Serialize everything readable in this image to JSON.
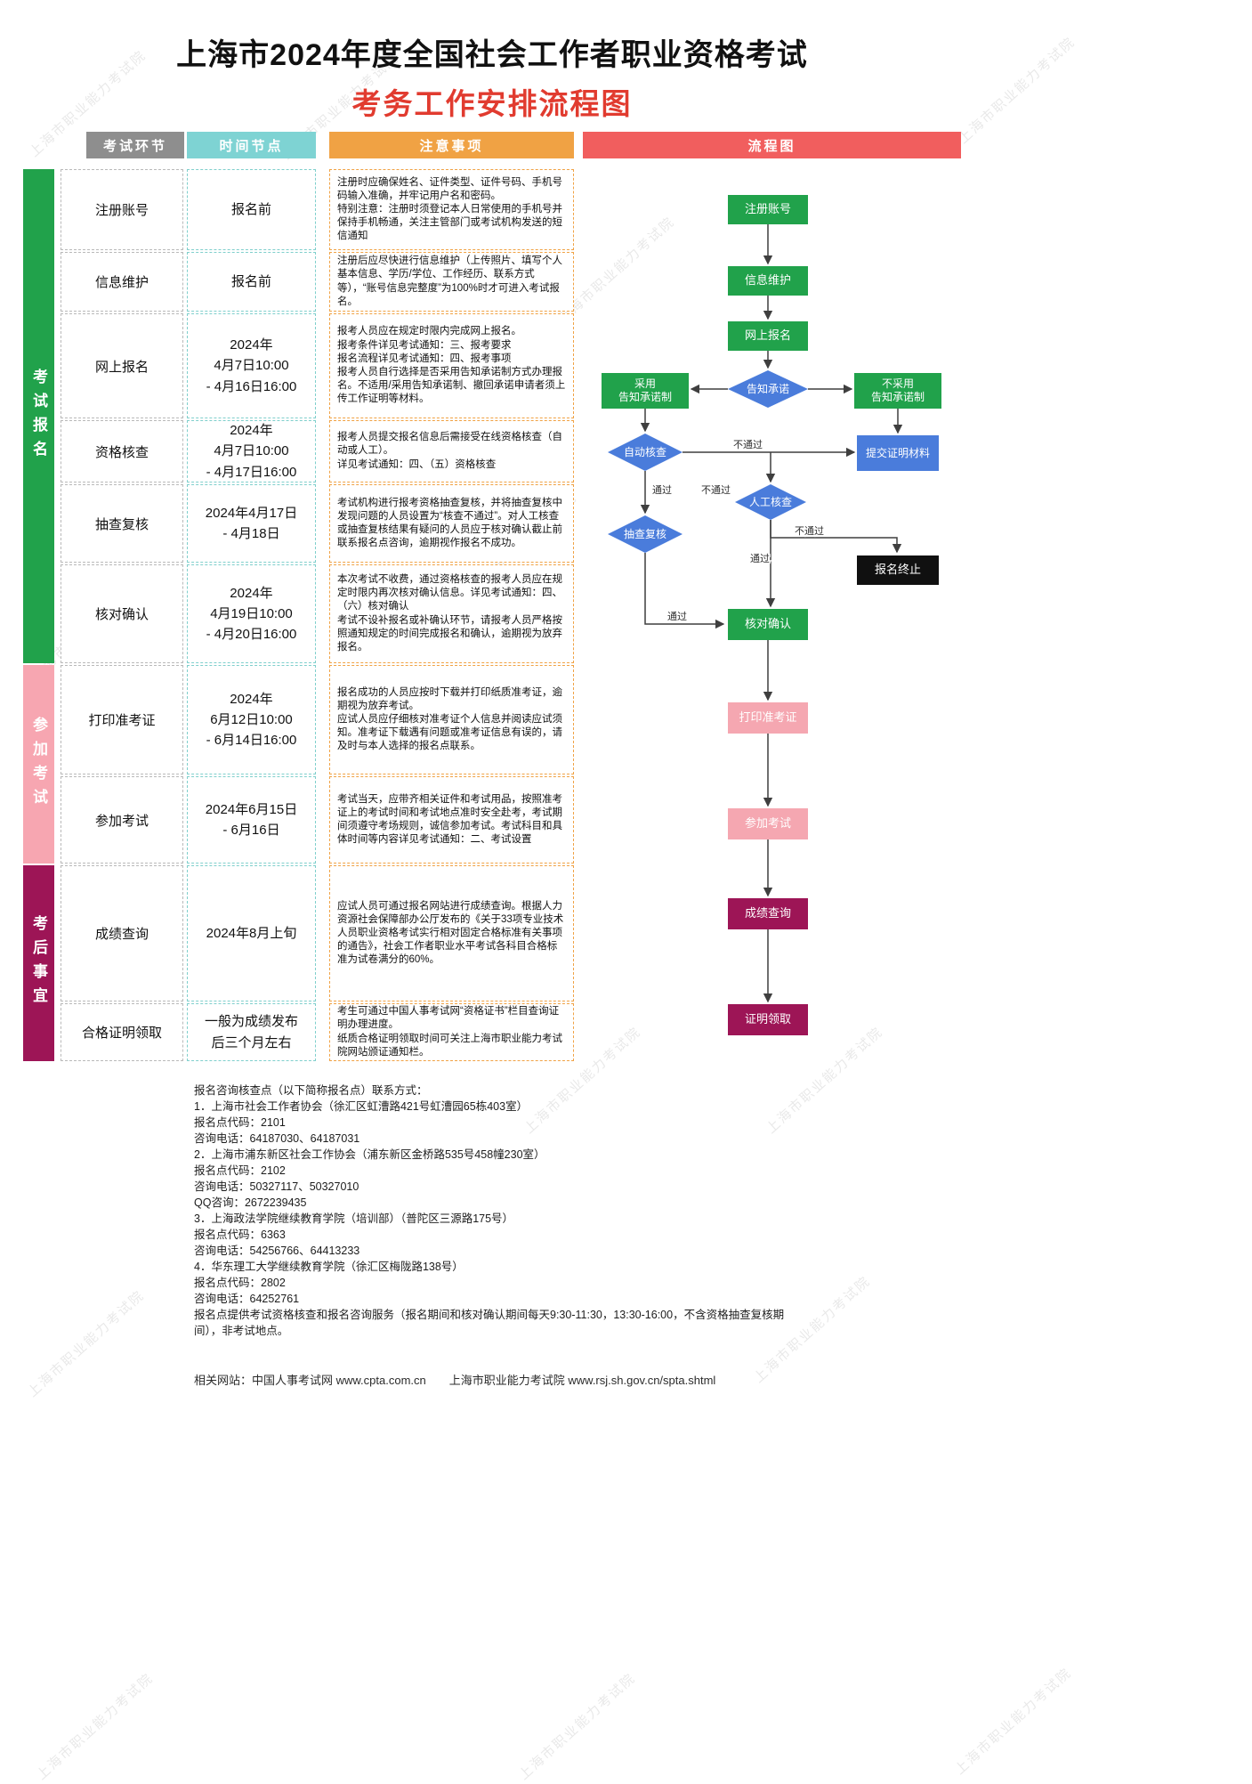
{
  "title": {
    "line1": "上海市2024年度全国社会工作者职业资格考试",
    "line2": "考务工作安排流程图"
  },
  "headers": {
    "step": "考试环节",
    "time": "时间节点",
    "notes": "注意事项",
    "flow": "流程图"
  },
  "phases": [
    {
      "label": "考试报名"
    },
    {
      "label": "参加考试"
    },
    {
      "label": "考后事宜"
    }
  ],
  "rows": [
    {
      "step": "注册账号",
      "time": "报名前",
      "note": "注册时应确保姓名、证件类型、证件号码、手机号码输入准确，并牢记用户名和密码。\n特别注意：注册时须登记本人日常使用的手机号并保持手机畅通，关注主管部门或考试机构发送的短信通知"
    },
    {
      "step": "信息维护",
      "time": "报名前",
      "note": "注册后应尽快进行信息维护（上传照片、填写个人基本信息、学历/学位、工作经历、联系方式等），“账号信息完整度”为100%时才可进入考试报名。"
    },
    {
      "step": "网上报名",
      "time": "2024年\n4月7日10:00\n- 4月16日16:00",
      "note": "报考人员应在规定时限内完成网上报名。\n报考条件详见考试通知：三、报考要求\n报名流程详见考试通知：四、报考事项\n报考人员自行选择是否采用告知承诺制方式办理报名。不适用/采用告知承诺制、撤回承诺申请者须上传工作证明等材料。"
    },
    {
      "step": "资格核查",
      "time": "2024年\n4月7日10:00\n- 4月17日16:00",
      "note": "报考人员提交报名信息后需接受在线资格核查（自动或人工）。\n详见考试通知：四、（五）资格核查"
    },
    {
      "step": "抽查复核",
      "time": "2024年4月17日\n- 4月18日",
      "note": "考试机构进行报考资格抽查复核，并将抽查复核中发现问题的人员设置为“核查不通过”。对人工核查或抽查复核结果有疑问的人员应于核对确认截止前联系报名点咨询，逾期视作报名不成功。"
    },
    {
      "step": "核对确认",
      "time": "2024年\n4月19日10:00\n- 4月20日16:00",
      "note": "本次考试不收费，通过资格核查的报考人员应在规定时限内再次核对确认信息。详见考试通知：四、（六）核对确认\n考试不设补报名或补确认环节，请报考人员严格按照通知规定的时间完成报名和确认，逾期视为放弃报名。"
    },
    {
      "step": "打印准考证",
      "time": "2024年\n6月12日10:00\n- 6月14日16:00",
      "note": "报名成功的人员应按时下载并打印纸质准考证，逾期视为放弃考试。\n应试人员应仔细核对准考证个人信息并阅读应试须知。准考证下载遇有问题或准考证信息有误的，请及时与本人选择的报名点联系。"
    },
    {
      "step": "参加考试",
      "time": "2024年6月15日\n- 6月16日",
      "note": "考试当天，应带齐相关证件和考试用品，按照准考证上的考试时间和考试地点准时安全赴考，考试期间须遵守考场规则，诚信参加考试。考试科目和具体时间等内容详见考试通知：二、考试设置"
    },
    {
      "step": "成绩查询",
      "time": "2024年8月上旬",
      "note": "应试人员可通过报名网站进行成绩查询。根据人力资源社会保障部办公厅发布的《关于33项专业技术人员职业资格考试实行相对固定合格标准有关事项的通告》，社会工作者职业水平考试各科目合格标准为试卷满分的60%。"
    },
    {
      "step": "合格证明领取",
      "time": "一般为成绩发布\n后三个月左右",
      "note": "考生可通过中国人事考试网“资格证书”栏目查询证明办理进度。\n纸质合格证明领取时间可关注上海市职业能力考试院网站颁证通知栏。"
    }
  ],
  "flowchart": {
    "nodes": {
      "register": "注册账号",
      "info": "信息维护",
      "online": "网上报名",
      "promise": "告知承诺",
      "adopt": "采用\n告知承诺制",
      "not_adopt": "不采用\n告知承诺制",
      "auto_check": "自动核查",
      "submit_proof": "提交证明材料",
      "manual_check": "人工核查",
      "spot_check": "抽查复核",
      "terminate": "报名终止",
      "confirm": "核对确认",
      "print_ticket": "打印准考证",
      "attend": "参加考试",
      "score": "成绩查询",
      "cert": "证明领取"
    },
    "pass": "通过",
    "fail": "不通过"
  },
  "colors": {
    "green": "#21A24B",
    "teal": "#7ED3D3",
    "orange": "#F0A244",
    "red": "#F15E5E",
    "gray": "#8E8E8E",
    "blue": "#4A7CDB",
    "pink": "#F5A7B1",
    "magenta": "#9D1556",
    "black_node": "#101010",
    "title_red": "#E13B2F"
  },
  "contact": {
    "lines": [
      "报名咨询核查点（以下简称报名点）联系方式：",
      "1．上海市社会工作者协会（徐汇区虹漕路421号虹漕园65栋403室）",
      "报名点代码：2101",
      "咨询电话：64187030、64187031",
      "2．上海市浦东新区社会工作协会（浦东新区金桥路535号458幢230室）",
      "报名点代码：2102",
      "咨询电话：50327117、50327010",
      "QQ咨询：2672239435",
      "3．上海政法学院继续教育学院（培训部）（普陀区三源路175号）",
      "报名点代码：6363",
      "咨询电话：54256766、64413233",
      "4．华东理工大学继续教育学院（徐汇区梅陇路138号）",
      "报名点代码：2802",
      "咨询电话：64252761",
      "报名点提供考试资格核查和报名咨询服务（报名期间和核对确认期间每天9:30-11:30，13:30-16:00，不含资格抽查复核期间），非考试地点。"
    ]
  },
  "footer": {
    "text": "相关网站：中国人事考试网 www.cpta.com.cn　　上海市职业能力考试院 www.rsj.sh.gov.cn/spta.shtml"
  },
  "watermark": "上海市职业能力考试院"
}
